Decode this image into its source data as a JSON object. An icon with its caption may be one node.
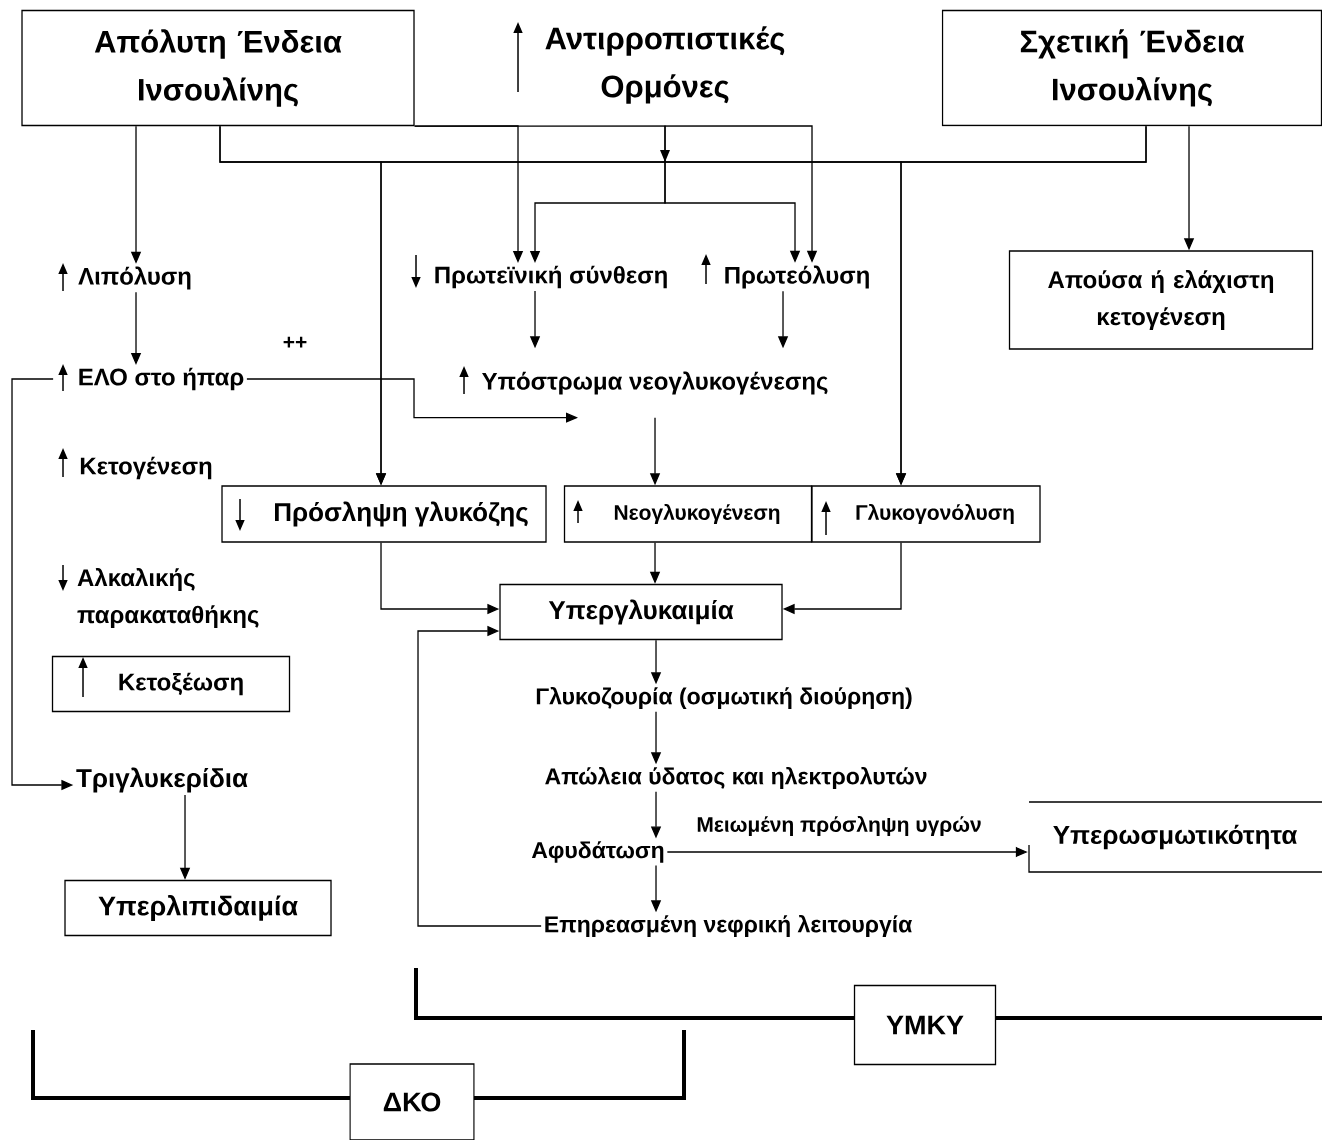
{
  "diagram": {
    "nodes": [
      {
        "text": [
          "Απόλυτη Ένδεια Ινσουλίνης"
        ]
      },
      {
        "text": [
          "Αντιρροπιστικές Ορμόνες"
        ]
      },
      {
        "text": [
          "Σχετική Ένδεια Ινσουλίνης"
        ]
      },
      {
        "text": [
          "Λιπόλυση"
        ]
      },
      {
        "text": [
          "Πρωτεϊνική σύνθεση"
        ]
      },
      {
        "text": [
          "Πρωτεόλυση"
        ]
      },
      {
        "text": [
          "Απούσα ή ελάχιστη κετογένεση"
        ]
      },
      {
        "text": [
          "ΕΛΟ στο ήπαρ"
        ]
      },
      {
        "text": [
          "Υπόστρωμα νεογλυκογένεσης"
        ]
      },
      {
        "text": [
          "Κετογένεση"
        ]
      },
      {
        "text": [
          "Πρόσληψη γλυκόζης"
        ]
      },
      {
        "text": [
          "Νεογλυκογένεση"
        ]
      },
      {
        "text": [
          "Γλυκογονόλυση"
        ]
      },
      {
        "text": [
          "Αλκαλικής παρακαταθήκης"
        ]
      },
      {
        "text": [
          "Υπεργλυκαιμία"
        ]
      },
      {
        "text": [
          "Κετοξέωση"
        ]
      },
      {
        "text": [
          "Γλυκοζουρία (οσμωτική διούρηση)"
        ]
      },
      {
        "text": [
          "Απώλεια ύδατος και ηλεκτρολυτών"
        ]
      },
      {
        "text": [
          "Τριγλυκερίδια"
        ]
      },
      {
        "text": [
          "Αφυδάτωση"
        ]
      },
      {
        "text": [
          "Υπερωσμωτικότητα"
        ]
      },
      {
        "text": [
          "Επηρεασμένη νεφρική λειτουργία"
        ]
      },
      {
        "text": [
          "Υπερλιπιδαιμία"
        ]
      },
      {
        "text": [
          "ΥΜΚΥ"
        ]
      },
      {
        "text": [
          "ΔΚΟ"
        ]
      }
    ],
    "edges": [
      {
        "from": 0,
        "to": 3,
        "arrow": "to"
      },
      {
        "from": 3,
        "to": 7,
        "arrow": "to"
      },
      {
        "from": 0,
        "to": 4,
        "arrow": "to"
      },
      {
        "from": 0,
        "to": 5,
        "arrow": "to"
      },
      {
        "from": 1,
        "to": 4,
        "arrow": "to"
      },
      {
        "from": 1,
        "to": 5,
        "arrow": "to"
      },
      {
        "from": 0,
        "to": 10,
        "arrow": "to"
      },
      {
        "from": 2,
        "to": 10,
        "arrow": "to"
      },
      {
        "from": 0,
        "to": 12,
        "arrow": "to"
      },
      {
        "from": 2,
        "to": 12,
        "arrow": "to"
      },
      {
        "from": 2,
        "to": 6,
        "arrow": "to"
      },
      {
        "from": 4,
        "to": 8,
        "arrow": "to"
      },
      {
        "from": 5,
        "to": 8,
        "arrow": "to"
      },
      {
        "from": 7,
        "to": 8,
        "arrow": "to",
        "label": "++"
      },
      {
        "from": 7,
        "to": 18,
        "arrow": "to"
      },
      {
        "from": 8,
        "to": 11,
        "arrow": "to"
      },
      {
        "from": 10,
        "to": 14,
        "arrow": "to"
      },
      {
        "from": 11,
        "to": 14,
        "arrow": "to"
      },
      {
        "from": 12,
        "to": 14,
        "arrow": "to"
      },
      {
        "from": 14,
        "to": 16,
        "arrow": "to"
      },
      {
        "from": 16,
        "to": 17,
        "arrow": "to"
      },
      {
        "from": 17,
        "to": 19,
        "arrow": "to"
      },
      {
        "from": 19,
        "to": 21,
        "arrow": "to"
      },
      {
        "from": 19,
        "to": 20,
        "arrow": "to",
        "label": "Μειωμένη πρόσληψη υγρών"
      },
      {
        "from": 21,
        "to": 14,
        "arrow": "to"
      },
      {
        "from": 18,
        "to": 22,
        "arrow": "to"
      }
    ]
  }
}
